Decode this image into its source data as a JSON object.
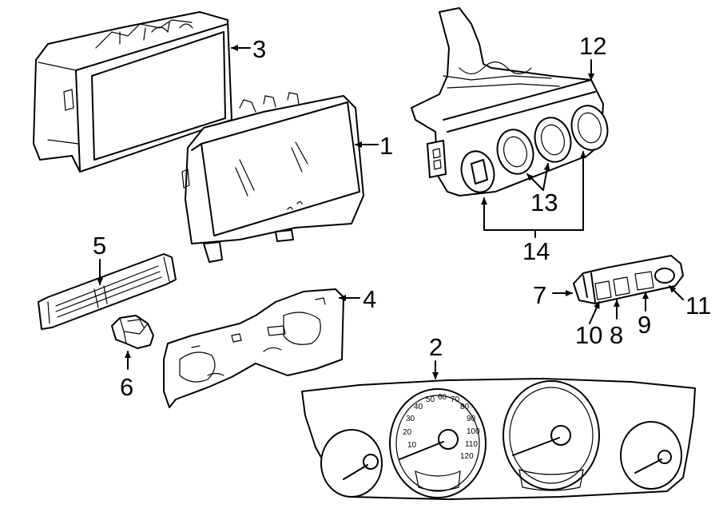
{
  "callouts": {
    "c1": "1",
    "c2": "2",
    "c3": "3",
    "c4": "4",
    "c5": "5",
    "c6": "6",
    "c7": "7",
    "c8": "8",
    "c9": "9",
    "c10": "10",
    "c11": "11",
    "c12": "12",
    "c13": "13",
    "c14": "14"
  },
  "gauge_marks": {
    "speedo_ticks": [
      "10",
      "20",
      "30",
      "40",
      "50",
      "60",
      "70",
      "80",
      "90",
      "100",
      "110",
      "120"
    ]
  }
}
